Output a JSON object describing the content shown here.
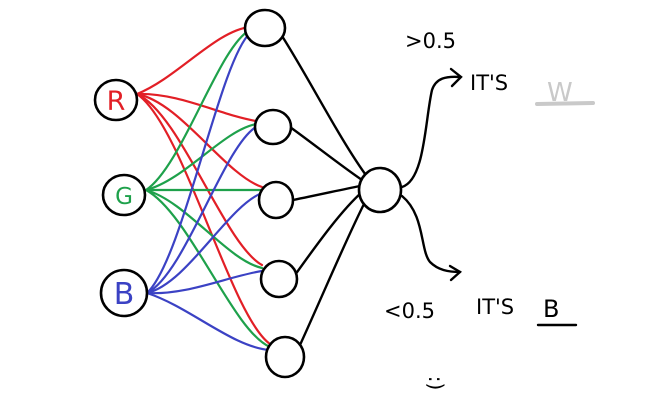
{
  "inputs": [
    {
      "label": "R",
      "color": "#e21f26"
    },
    {
      "label": "G",
      "color": "#1ea14b"
    },
    {
      "label": "B",
      "color": "#3b42c4"
    }
  ],
  "hidden_layer_size": 5,
  "output": {
    "upper_condition": ">0.5",
    "upper_result_prefix": "IT'S",
    "upper_result_value": "W",
    "upper_result_color": "#c9c9c9",
    "lower_condition": "<0.5",
    "lower_result_prefix": "IT'S",
    "lower_result_value": "B"
  },
  "smiley": ":)",
  "colors": {
    "ink": "#000000",
    "red": "#e21f26",
    "green": "#1ea14b",
    "blue": "#3b42c4",
    "gray": "#c9c9c9"
  }
}
